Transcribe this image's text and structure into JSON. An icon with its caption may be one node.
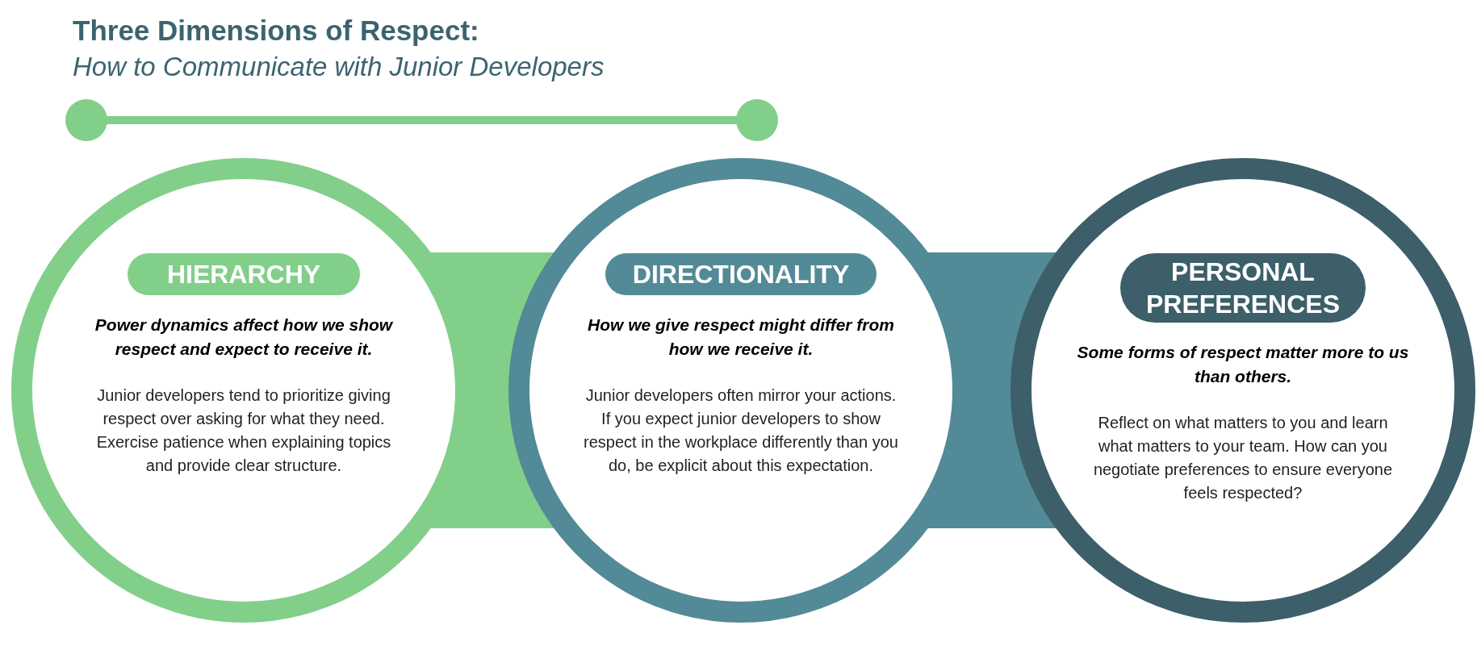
{
  "diagram": {
    "title": "Three Dimensions of Respect:",
    "nodes": [
      {
        "text": [
          "Power dynamics affect how we show respect and expect to receive it.",
          "Junior developers tend to prioritize giving respect over asking for what they need. Exercise patience when explaining topics and provide clear structure."
        ]
      },
      {
        "text": [
          "HIERARCHY"
        ],
        "in": 0
      },
      {
        "text": [
          "How we give respect might differ from how we receive it.",
          "Junior developers often mirror your actions. If you expect junior developers to show respect in the workplace differently than you do, be explicit about this expectation."
        ]
      },
      {
        "text": [
          "DIRECTIONALITY"
        ],
        "in": 2
      },
      {
        "text": [
          "Some forms of respect matter more to us than others.",
          "Reflect on what matters to you and learn what matters to your team. How can you negotiate preferences to ensure everyone feels respected?"
        ]
      },
      {
        "text": [
          "PERSONAL PREFERENCES"
        ],
        "in": 4
      }
    ],
    "edges": [
      {
        "from": 0,
        "to": 2,
        "arrow": "none",
        "color": "#82cf8a"
      },
      {
        "from": 2,
        "to": 4,
        "arrow": "none",
        "color": "#528a97"
      }
    ],
    "labels": [
      "How to Communicate with Junior Developers"
    ]
  }
}
